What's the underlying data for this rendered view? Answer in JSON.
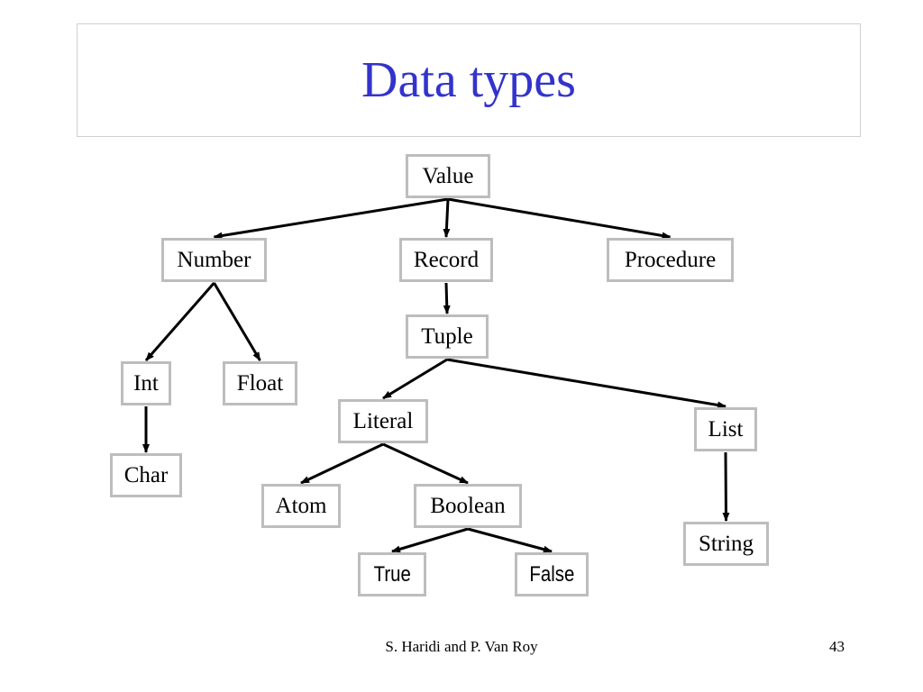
{
  "title": "Data types",
  "nodes": {
    "value": "Value",
    "number": "Number",
    "record": "Record",
    "procedure": "Procedure",
    "tuple": "Tuple",
    "int": "Int",
    "float": "Float",
    "char": "Char",
    "literal": "Literal",
    "list": "List",
    "atom": "Atom",
    "boolean": "Boolean",
    "string": "String",
    "true": "True",
    "false": "False"
  },
  "edges": [
    [
      "value",
      "number"
    ],
    [
      "value",
      "record"
    ],
    [
      "value",
      "procedure"
    ],
    [
      "number",
      "int"
    ],
    [
      "number",
      "float"
    ],
    [
      "int",
      "char"
    ],
    [
      "record",
      "tuple"
    ],
    [
      "tuple",
      "literal"
    ],
    [
      "tuple",
      "list"
    ],
    [
      "literal",
      "atom"
    ],
    [
      "literal",
      "boolean"
    ],
    [
      "boolean",
      "true"
    ],
    [
      "boolean",
      "false"
    ],
    [
      "list",
      "string"
    ]
  ],
  "footer": {
    "credit": "S. Haridi and P. Van Roy",
    "page": "43"
  }
}
